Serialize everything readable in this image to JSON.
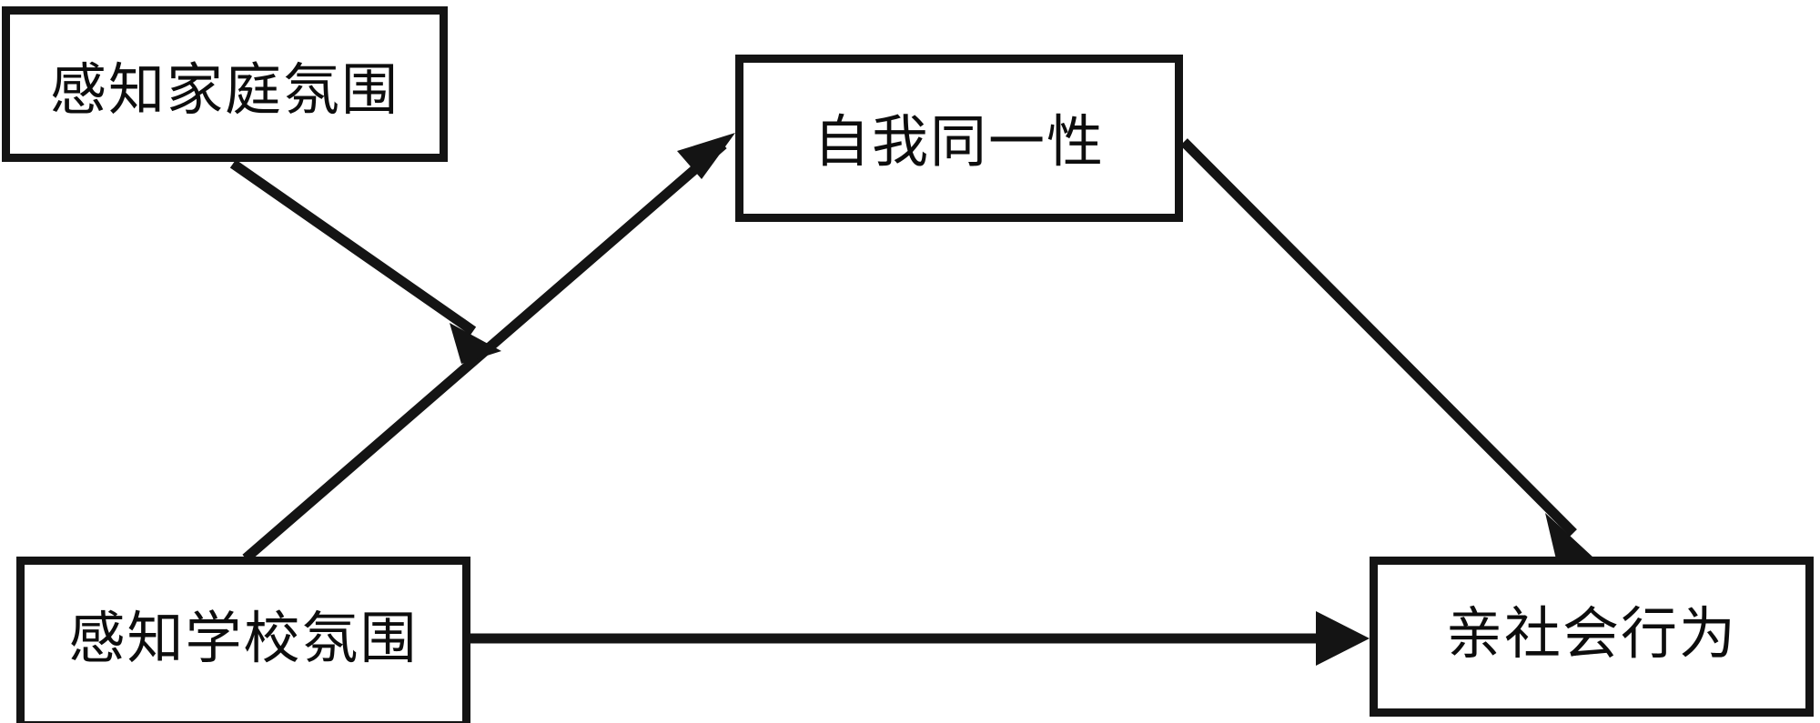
{
  "diagram": {
    "title": "Mediation model of perceived atmosphere, self-identity and prosocial behavior",
    "background_color": "#ffffff",
    "stroke_color": "#141414",
    "nodes": [
      {
        "id": "family",
        "label": "感知家庭氛围",
        "position": "top-left"
      },
      {
        "id": "identity",
        "label": "自我同一性",
        "position": "top-center"
      },
      {
        "id": "school",
        "label": "感知学校氛围",
        "position": "bottom-left"
      },
      {
        "id": "prosocial",
        "label": "亲社会行为",
        "position": "bottom-right"
      }
    ],
    "edges": [
      {
        "id": "family-to-crossing",
        "from": "family",
        "to": "school-to-identity-path",
        "style": "solid",
        "arrowhead": "filled-triangle",
        "label": ""
      },
      {
        "id": "school-to-identity",
        "from": "school",
        "to": "identity",
        "style": "solid",
        "arrowhead": "filled-triangle",
        "label": ""
      },
      {
        "id": "identity-to-prosocial",
        "from": "identity",
        "to": "prosocial",
        "style": "solid",
        "arrowhead": "filled-triangle",
        "label": ""
      },
      {
        "id": "school-to-prosocial",
        "from": "school",
        "to": "prosocial",
        "style": "solid",
        "arrowhead": "filled-triangle",
        "label": ""
      }
    ]
  }
}
